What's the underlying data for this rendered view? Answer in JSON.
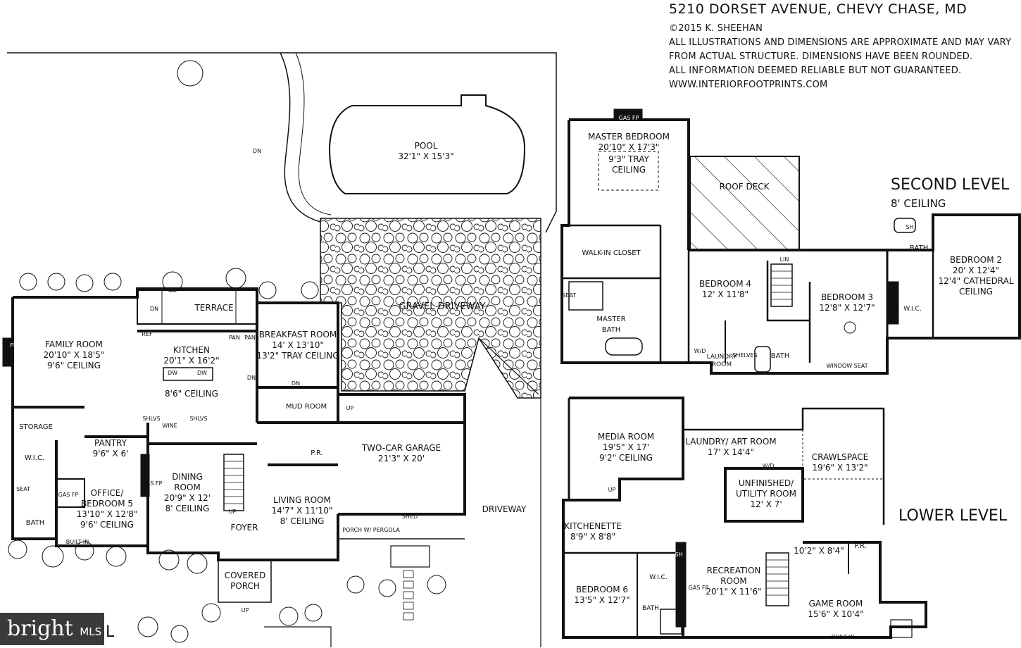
{
  "header": {
    "address": "5210 DORSET AVENUE, CHEVY CHASE, MD",
    "copyright": "©2015 K. SHEEHAN",
    "disclaimer_1": "ALL ILLUSTRATIONS AND DIMENSIONS ARE APPROXIMATE AND MAY VARY",
    "disclaimer_2": "FROM ACTUAL STRUCTURE. DIMENSIONS HAVE BEEN ROUNDED.",
    "disclaimer_3": "ALL INFORMATION DEEMED RELIABLE BUT NOT GUARANTEED.",
    "website": "WWW.INTERIORFOOTPRINTS.COM"
  },
  "levels": {
    "second": "SECOND LEVEL",
    "second_ceiling": "8' CEILING",
    "lower": "LOWER LEVEL",
    "main_partial": "L"
  },
  "logo": {
    "brand": "bright",
    "suffix": "MLS"
  },
  "main": {
    "pool": {
      "name": "POOL",
      "dims": "32'1\" X 15'3\""
    },
    "terrace": "TERRACE",
    "gravel": "GRAVEL DRIVEWAY",
    "family": {
      "name": "FAMILY ROOM",
      "dims": "20'10\" X 18'5\"",
      "ceiling": "9'6\" CEILING"
    },
    "kitchen": {
      "name": "KITCHEN",
      "dims": "20'1\" X 16'2\"",
      "ceiling": "8'6\" CEILING"
    },
    "breakfast": {
      "name": "BREAKFAST ROOM",
      "dims": "14' X 13'10\"",
      "ceiling": "13'2\" TRAY CEILING"
    },
    "mud": "MUD ROOM",
    "storage": "STORAGE",
    "pantry": {
      "name": "PANTRY",
      "dims": "9'6\" X 6'"
    },
    "wic": "W.I.C.",
    "office": {
      "name": "OFFICE/",
      "name2": "BEDROOM 5",
      "dims": "13'10\" X 12'8\"",
      "ceiling": "9'6\" CEILING"
    },
    "bath": "BATH",
    "builtin": "BUILT-IN",
    "dining": {
      "name": "DINING",
      "name2": "ROOM",
      "dims": "20'9\" X 12'",
      "ceiling": "8' CEILING"
    },
    "foyer": "FOYER",
    "living": {
      "name": "LIVING ROOM",
      "dims": "14'7\" X 11'10\"",
      "ceiling": "8' CEILING"
    },
    "pr": "P.R.",
    "garage": {
      "name": "TWO-CAR GARAGE",
      "dims": "21'3\" X 20'"
    },
    "shed": "SHED",
    "pergola": "PORCH W/ PERGOLA",
    "driveway": "DRIVEWAY",
    "porch": {
      "name": "COVERED",
      "name2": "PORCH"
    },
    "small": {
      "dn": "DN",
      "up": "UP",
      "ref": "REF",
      "pan": "PAN",
      "dw": "DW",
      "shlvs": "SHLVS",
      "wine": "WINE",
      "gasfp": "GAS FP",
      "fp": "FP",
      "seat": "SEAT"
    }
  },
  "second": {
    "master": {
      "name": "MASTER BEDROOM",
      "dims": "20'10\" X 17'3\"",
      "tray": "9'3\" TRAY",
      "ceiling": "CEILING"
    },
    "roofdeck": "ROOF DECK",
    "walkin": "WALK-IN CLOSET",
    "masterbath": {
      "name": "MASTER",
      "name2": "BATH"
    },
    "bed4": {
      "name": "BEDROOM 4",
      "dims": "12' X 11'8\""
    },
    "bed3": {
      "name": "BEDROOM 3",
      "dims": "12'8\" X 12'7\""
    },
    "bed2": {
      "name": "BEDROOM 2",
      "dims": "20' X 12'4\"",
      "ceiling": "12'4\" CATHEDRAL",
      "ceiling2": "CEILING"
    },
    "bath": "BATH",
    "wic": "W.I.C.",
    "laundry": {
      "name": "LAUNDRY",
      "name2": "ROOM"
    },
    "lin": "LIN",
    "shelves": "SHELVES",
    "windowseat": "WINDOW SEAT",
    "small": {
      "sh": "SH",
      "wd": "W/D",
      "gasfp": "GAS FP",
      "seat": "SEAT"
    }
  },
  "lower": {
    "media": {
      "name": "MEDIA ROOM",
      "dims": "19'5\" X 17'",
      "ceiling": "9'2\" CEILING"
    },
    "laundryart": {
      "name": "LAUNDRY/ ART ROOM",
      "dims": "17' X 14'4\""
    },
    "crawl": {
      "name": "CRAWLSPACE",
      "dims": "19'6\" X 13'2\""
    },
    "unfinished": {
      "name": "UNFINISHED/",
      "name2": "UTILITY ROOM",
      "dims": "12' X 7'"
    },
    "kitchenette": {
      "name": "KITCHENETTE",
      "dims": "8'9\" X 8'8\""
    },
    "bed6": {
      "name": "BEDROOM 6",
      "dims": "13'5\" X 12'7\""
    },
    "wic": "W.I.C.",
    "bath": "BATH",
    "rec": {
      "name": "RECREATION",
      "name2": "ROOM",
      "dims": "20'1\" X 11'6\""
    },
    "small_room": "10'2\" X 8'4\"",
    "pr": "P.R.",
    "game": {
      "name": "GAME ROOM",
      "dims": "15'6\" X 10'4\""
    },
    "builtin": "BUILT-IN",
    "small": {
      "up": "UP",
      "sh": "SH",
      "wd": "W/D",
      "gasfp": "GAS FP"
    }
  }
}
